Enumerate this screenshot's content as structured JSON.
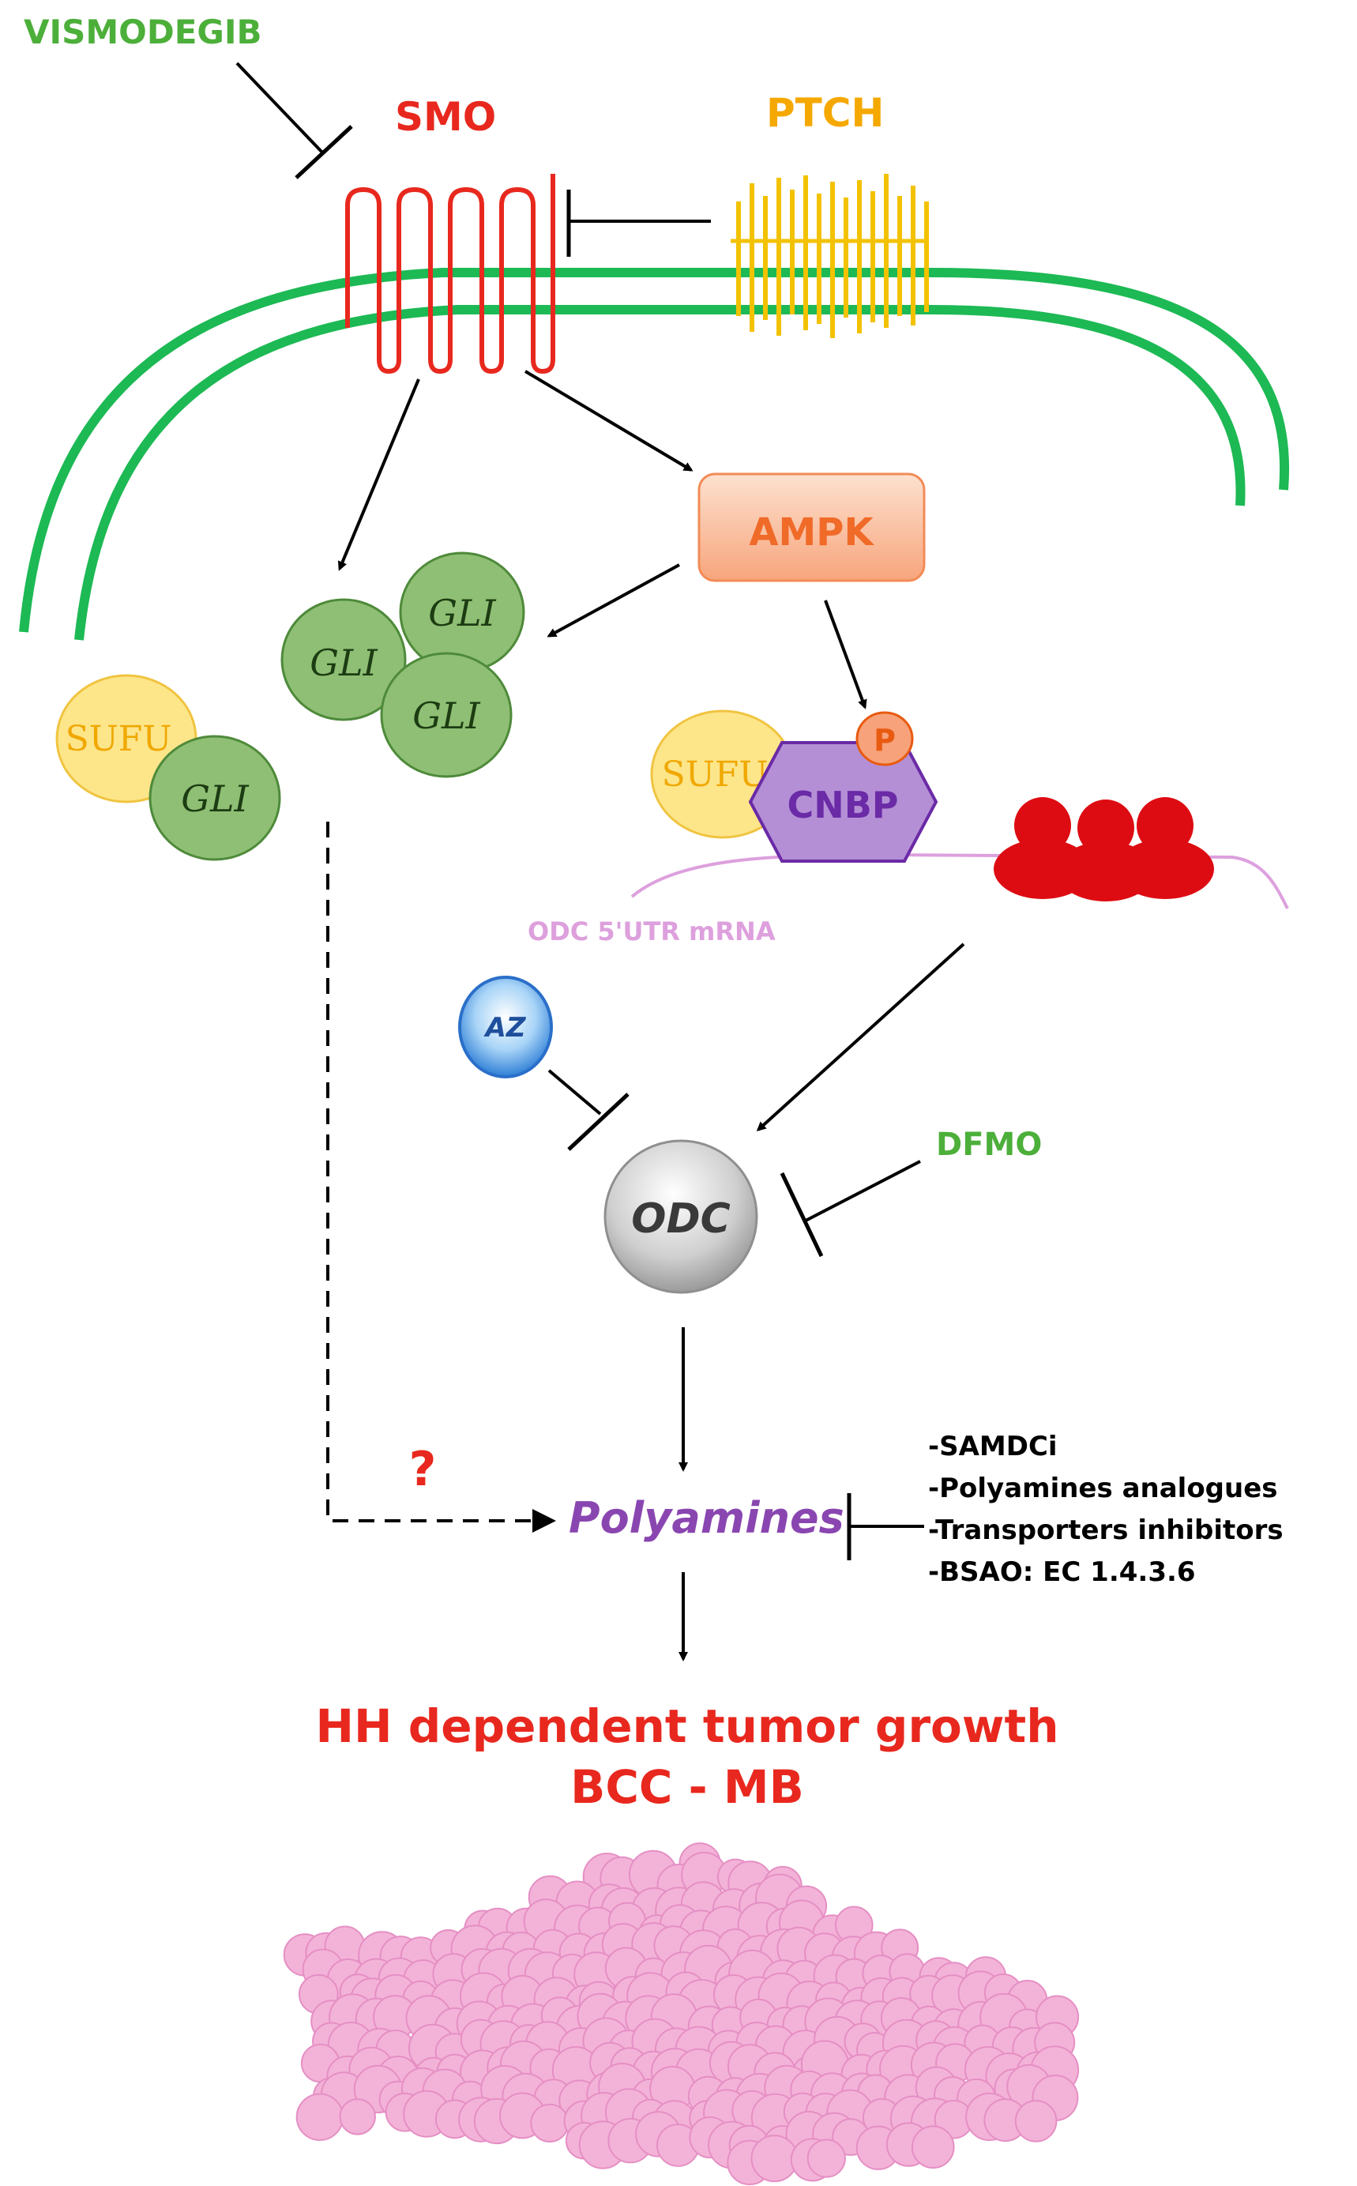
{
  "labels": {
    "vismodegib": "VISMODEGIB",
    "smo": "SMO",
    "ptch": "PTCH",
    "ampk": "AMPK",
    "gli_a": "GLI",
    "gli_b": "GLI",
    "gli_c": "GLI",
    "sufu_left": "SUFU",
    "gli_left": "GLI",
    "sufu_right": "SUFU",
    "phospho": "P",
    "cnbp": "CNBP",
    "mrna": "ODC 5'UTR mRNA",
    "az": "AZ",
    "dfmo": "DFMO",
    "odc": "ODC",
    "question": "?",
    "polyamines": "Polyamines",
    "inhibitors": [
      "-SAMDCi",
      "-Polyamines analogues",
      "-Transporters inhibitors",
      "-BSAO: EC 1.4.3.6"
    ],
    "outcome_line1": "HH dependent tumor growth",
    "outcome_line2": "BCC - MB"
  },
  "colors": {
    "membrane": "#1db954",
    "smo": "#e8281e",
    "ptch": "#f2c200",
    "ptch_label": "#f5a800",
    "drug_green": "#4caf3a",
    "ampk_fill": "#f9b48e",
    "ampk_text": "#f06a28",
    "gli_fill": "#8fbf74",
    "gli_stroke": "#4e8a3a",
    "sufu_fill": "#fde58a",
    "sufu_text": "#f0a800",
    "cnbp_fill": "#b48fd6",
    "cnbp_text": "#6b2aa6",
    "phospho_fill": "#f7a27a",
    "phospho_text": "#e85a10",
    "mrna": "#dda0dd",
    "ribosome": "#dd0c12",
    "az_blue": "#2a6fc9",
    "odc_fill": "#c4c4c4",
    "polyamines": "#8a46b0",
    "outcome_red": "#e8281e",
    "tumor_fill": "#f3b3d8",
    "tumor_stroke": "#e58fc4"
  }
}
